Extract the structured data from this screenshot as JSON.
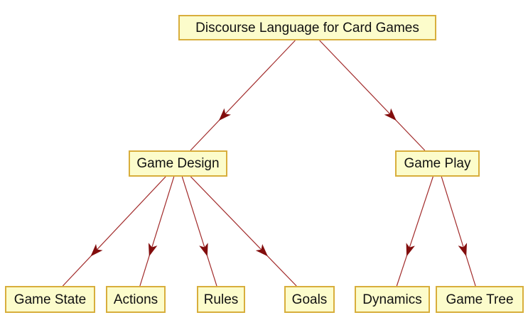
{
  "diagram": {
    "title": "Discourse Language for Card Games",
    "nodes": [
      {
        "id": "root",
        "label": "Discourse Language for Card Games"
      },
      {
        "id": "game-design",
        "label": "Game Design"
      },
      {
        "id": "game-play",
        "label": "Game Play"
      },
      {
        "id": "game-state",
        "label": "Game State"
      },
      {
        "id": "actions",
        "label": "Actions"
      },
      {
        "id": "rules",
        "label": "Rules"
      },
      {
        "id": "goals",
        "label": "Goals"
      },
      {
        "id": "dynamics",
        "label": "Dynamics"
      },
      {
        "id": "game-tree",
        "label": "Game Tree"
      }
    ],
    "edges": [
      {
        "from": "root",
        "to": "game-design"
      },
      {
        "from": "root",
        "to": "game-play"
      },
      {
        "from": "game-design",
        "to": "game-state"
      },
      {
        "from": "game-design",
        "to": "actions"
      },
      {
        "from": "game-design",
        "to": "rules"
      },
      {
        "from": "game-design",
        "to": "goals"
      },
      {
        "from": "game-play",
        "to": "dynamics"
      },
      {
        "from": "game-play",
        "to": "game-tree"
      }
    ],
    "colors": {
      "background": "#FFFFFF",
      "node_fill": "#FCFCCB",
      "node_border": "#D8AE3C",
      "node_text": "#111111",
      "edge_line": "#A12A2A",
      "arrowhead": "#820D0D"
    }
  }
}
